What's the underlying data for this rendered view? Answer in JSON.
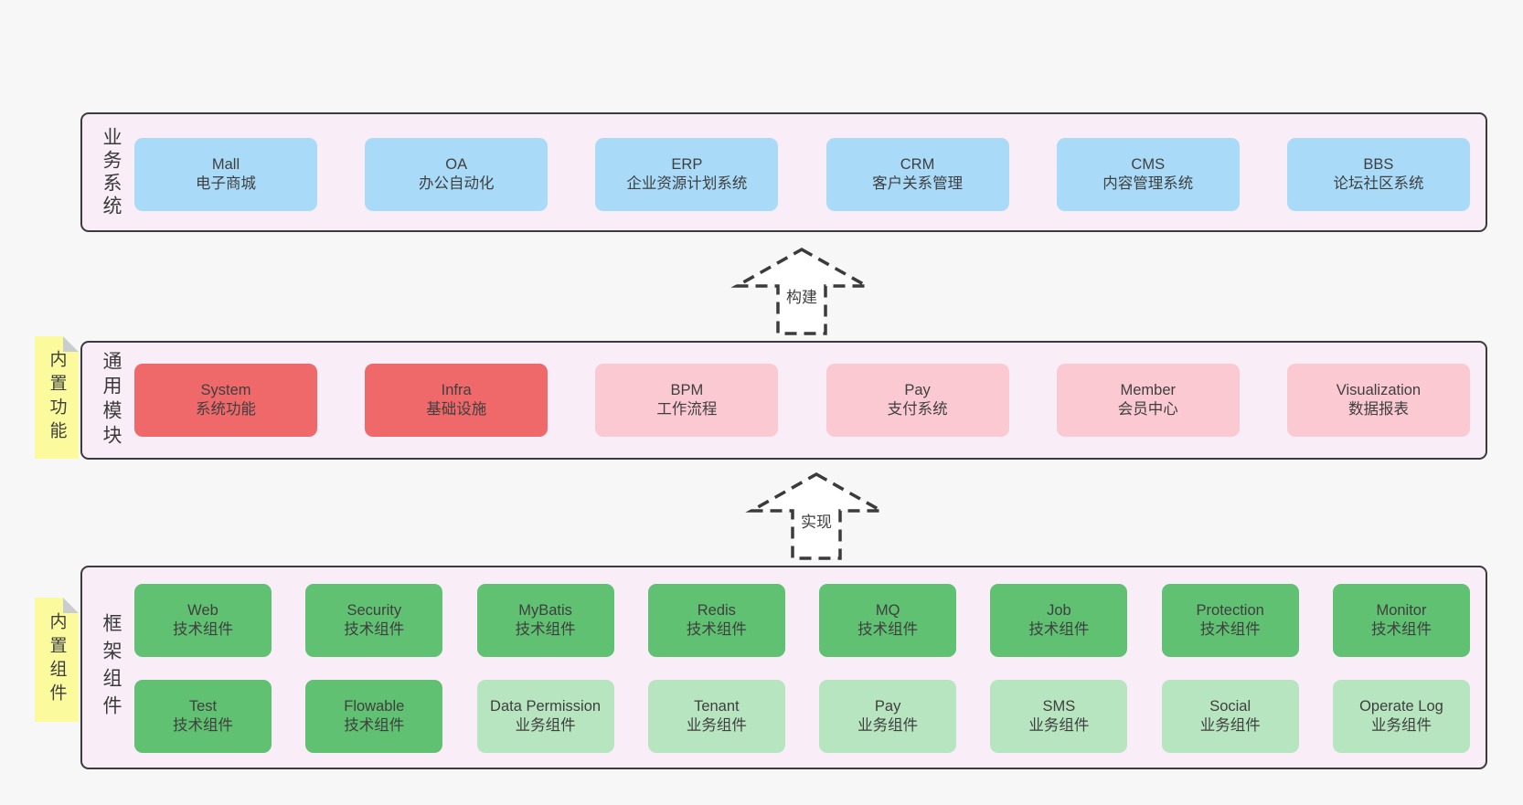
{
  "colors": {
    "page_background": "#f7f7f7",
    "band_fill": "#f9eef7",
    "band_border": "#3b3b3b",
    "box_blue": "#a9dbf8",
    "box_red": "#f0696a",
    "box_pink": "#fbc9d2",
    "box_green": "#5fc171",
    "box_light_green": "#b7e5c0",
    "note_yellow": "#fbfa9d",
    "note_fold": "#c9cdd0",
    "text": "#3f3f3f"
  },
  "business_band": {
    "side_label": "业务系统",
    "boxes": [
      {
        "name": "Mall",
        "subtitle": "电子商城"
      },
      {
        "name": "OA",
        "subtitle": "办公自动化"
      },
      {
        "name": "ERP",
        "subtitle": "企业资源计划系统"
      },
      {
        "name": "CRM",
        "subtitle": "客户关系管理"
      },
      {
        "name": "CMS",
        "subtitle": "内容管理系统"
      },
      {
        "name": "BBS",
        "subtitle": "论坛社区系统"
      }
    ]
  },
  "arrows": {
    "build": "构建",
    "implement": "实现"
  },
  "modules_band": {
    "side_label": "通用模块",
    "note_label": "内置功能",
    "boxes": [
      {
        "name": "System",
        "subtitle": "系统功能"
      },
      {
        "name": "Infra",
        "subtitle": "基础设施"
      },
      {
        "name": "BPM",
        "subtitle": "工作流程"
      },
      {
        "name": "Pay",
        "subtitle": "支付系统"
      },
      {
        "name": "Member",
        "subtitle": "会员中心"
      },
      {
        "name": "Visualization",
        "subtitle": "数据报表"
      }
    ]
  },
  "components_band": {
    "side_label": "框架组件",
    "note_label": "内置组件",
    "row1": [
      {
        "name": "Web",
        "subtitle": "技术组件"
      },
      {
        "name": "Security",
        "subtitle": "技术组件"
      },
      {
        "name": "MyBatis",
        "subtitle": "技术组件"
      },
      {
        "name": "Redis",
        "subtitle": "技术组件"
      },
      {
        "name": "MQ",
        "subtitle": "技术组件"
      },
      {
        "name": "Job",
        "subtitle": "技术组件"
      },
      {
        "name": "Protection",
        "subtitle": "技术组件"
      },
      {
        "name": "Monitor",
        "subtitle": "技术组件"
      }
    ],
    "row2": [
      {
        "name": "Test",
        "subtitle": "技术组件"
      },
      {
        "name": "Flowable",
        "subtitle": "技术组件"
      },
      {
        "name": "Data Permission",
        "subtitle": "业务组件"
      },
      {
        "name": "Tenant",
        "subtitle": "业务组件"
      },
      {
        "name": "Pay",
        "subtitle": "业务组件"
      },
      {
        "name": "SMS",
        "subtitle": "业务组件"
      },
      {
        "name": "Social",
        "subtitle": "业务组件"
      },
      {
        "name": "Operate Log",
        "subtitle": "业务组件"
      }
    ]
  }
}
